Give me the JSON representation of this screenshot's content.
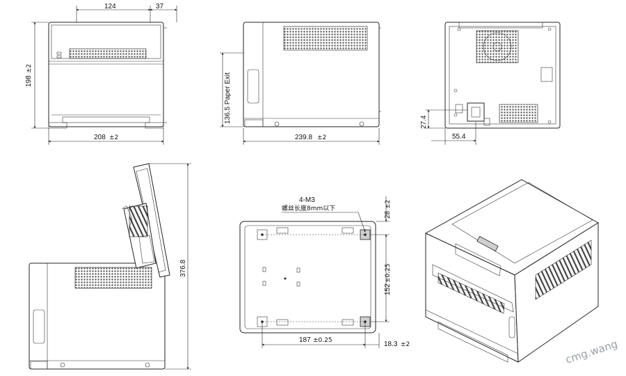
{
  "front_view": {
    "dim_width_top": "124",
    "dim_width_right": "37",
    "dim_height": "198",
    "dim_height_tol": "±2",
    "dim_width": "208",
    "dim_width_tol": "±2"
  },
  "side_view": {
    "paper_exit_label": "136.5  Paper Exit",
    "dim_depth": "239.8",
    "dim_depth_tol": "±2"
  },
  "rear_view": {
    "dim_height_inlet": "27.4",
    "dim_inlet_offset": "55.4"
  },
  "open_view": {
    "dim_open_height": "376.8"
  },
  "bottom_view": {
    "screw_label": "4-M3",
    "screw_note": "螺丝长度8mm以下",
    "dim_top_offset": "28",
    "dim_top_offset_tol": "±2",
    "dim_hole_pitch_y": "152",
    "dim_hole_pitch_y_tol": "±0.25",
    "dim_hole_pitch_x": "187",
    "dim_hole_pitch_x_tol": "±0.25",
    "dim_right_offset": "18.3",
    "dim_right_offset_tol": "±2"
  },
  "watermark": "cmg.wang",
  "icons": [
    "printer-front-view",
    "printer-side-view",
    "printer-rear-view",
    "printer-open-view",
    "printer-bottom-view",
    "printer-isometric-view"
  ]
}
